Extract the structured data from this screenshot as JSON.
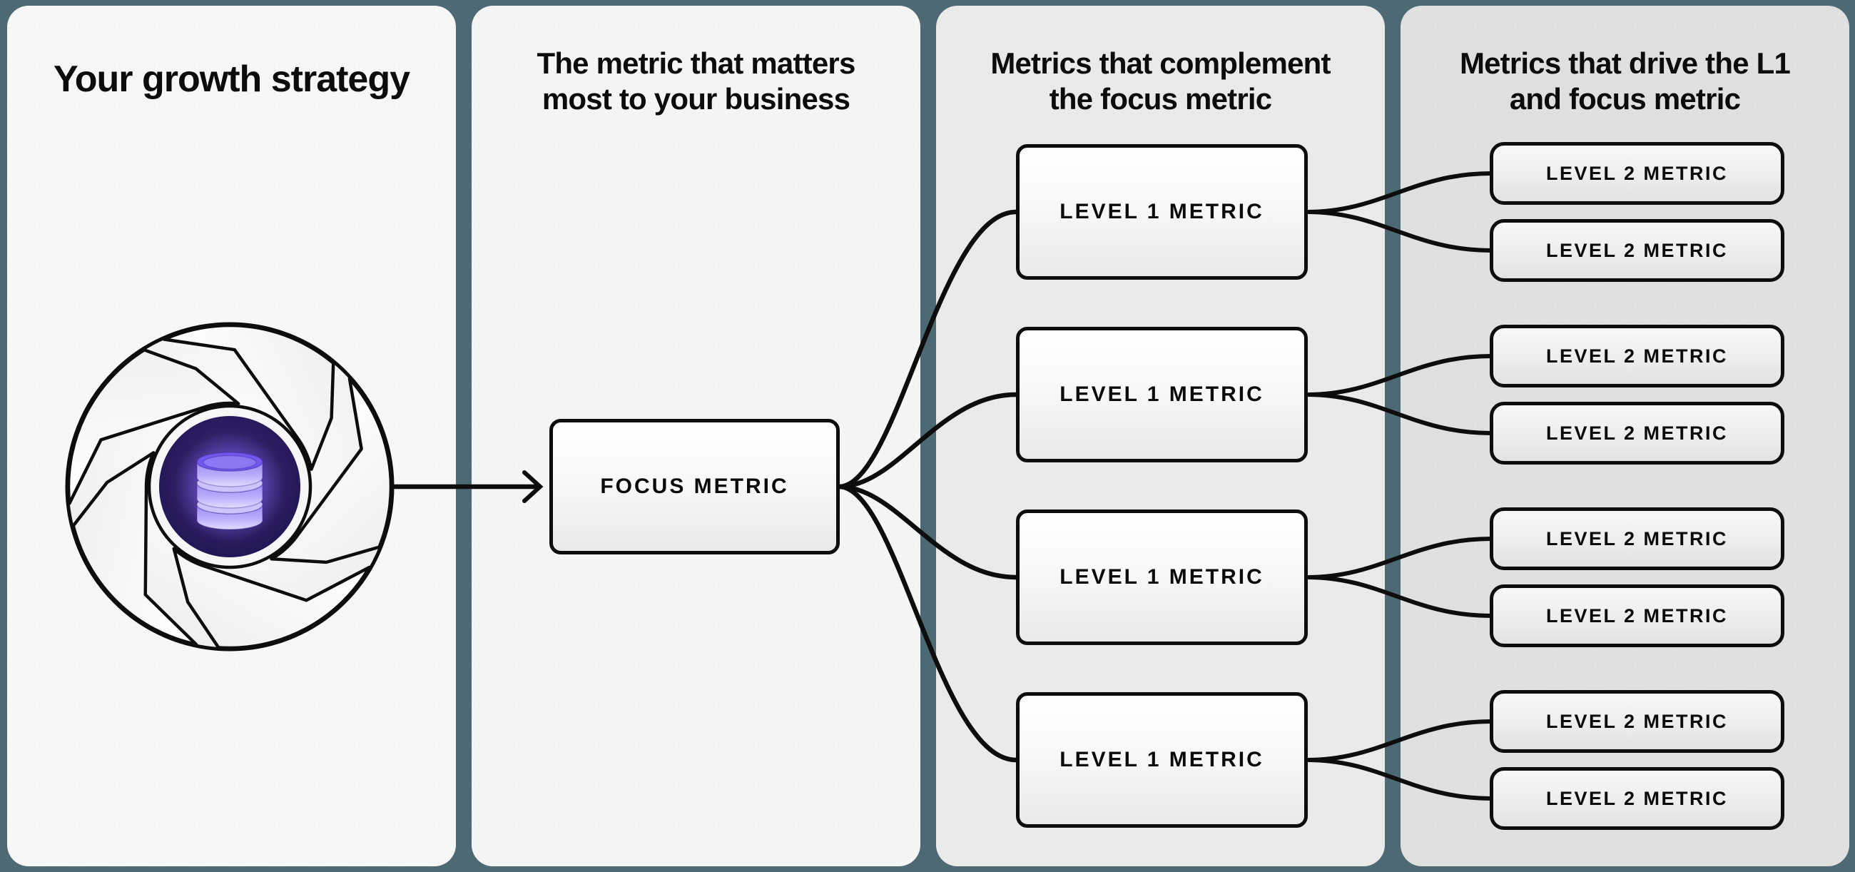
{
  "colors": {
    "background": "#4d6974",
    "panel_1": "#f7f7f7",
    "panel_2": "#f5f5f5",
    "panel_3": "#eaeaea",
    "panel_4": "#e0e0e0",
    "line": "#0d0d0d",
    "core_purple": "#342268",
    "database_purple": "#b9adfa"
  },
  "panels": [
    {
      "name": "growth-strategy",
      "title_lines": [
        "Your growth strategy"
      ]
    },
    {
      "name": "focus-metric-column",
      "title_lines": [
        "The metric that matters",
        "most to your business"
      ]
    },
    {
      "name": "level-1-column",
      "title_lines": [
        "Metrics that complement",
        "the focus metric"
      ]
    },
    {
      "name": "level-2-column",
      "title_lines": [
        "Metrics that drive the L1",
        "and focus metric"
      ]
    }
  ],
  "nodes": {
    "focus": {
      "label": "FOCUS METRIC"
    },
    "level1": [
      {
        "label": "LEVEL 1 METRIC"
      },
      {
        "label": "LEVEL 1 METRIC"
      },
      {
        "label": "LEVEL 1 METRIC"
      },
      {
        "label": "LEVEL 1 METRIC"
      }
    ],
    "level2": [
      {
        "label": "LEVEL 2 METRIC"
      },
      {
        "label": "LEVEL 2 METRIC"
      },
      {
        "label": "LEVEL 2 METRIC"
      },
      {
        "label": "LEVEL 2 METRIC"
      },
      {
        "label": "LEVEL 2 METRIC"
      },
      {
        "label": "LEVEL 2 METRIC"
      },
      {
        "label": "LEVEL 2 METRIC"
      },
      {
        "label": "LEVEL 2 METRIC"
      }
    ]
  },
  "icon": {
    "name": "flywheel-database-icon"
  }
}
